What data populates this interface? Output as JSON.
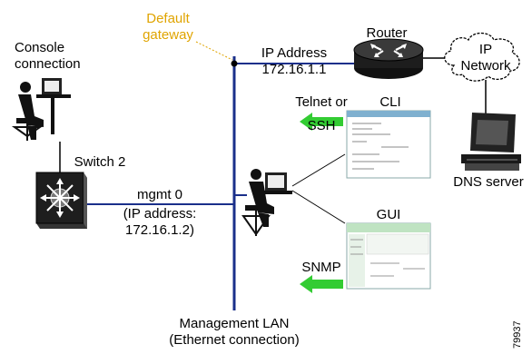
{
  "labels": {
    "console_connection": [
      "Console",
      "connection"
    ],
    "default_gateway": [
      "Default",
      "gateway"
    ],
    "router": "Router",
    "ip_address_router": [
      "IP Address",
      "172.16.1.1"
    ],
    "ip_network": [
      "IP",
      "Network"
    ],
    "switch": "Switch 2",
    "mgmt": [
      "mgmt 0",
      "(IP address:",
      "172.16.1.2)"
    ],
    "telnet_ssh": [
      "Telnet or",
      "SSH"
    ],
    "cli": "CLI",
    "gui": "GUI",
    "snmp": "SNMP",
    "dns_server": "DNS server",
    "management_lan": [
      "Management LAN",
      "(Ethernet connection)"
    ],
    "figure_number": "79937"
  },
  "icons": {
    "console_person": "person-at-terminal-icon",
    "admin_person": "person-at-terminal-icon",
    "switch": "switch-icon",
    "router": "router-icon",
    "cloud": "cloud-icon",
    "dns_server": "computer-icon"
  },
  "colors": {
    "lan_line": "#1a2f8a",
    "arrow": "#33cc33",
    "gateway_text": "#e0a400",
    "router_body": "#1d1d1d"
  }
}
